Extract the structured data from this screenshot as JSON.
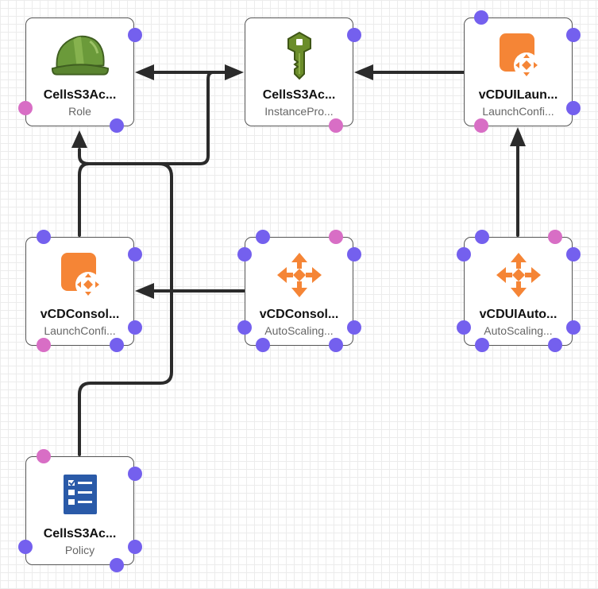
{
  "colors": {
    "port_default": "#7460ee",
    "port_linked": "#d86ec5",
    "connector": "#2b2b2b",
    "autoscaling_orange": "#f58536",
    "helmet_green": "#6b9a3a",
    "key_green": "#6b8d2a",
    "policy_blue": "#2a5aa8"
  },
  "nodes": [
    {
      "id": "role",
      "title": "CellsS3Ac...",
      "subtitle": "Role",
      "icon": "helmet-icon"
    },
    {
      "id": "instance-profile",
      "title": "CellsS3Ac...",
      "subtitle": "InstancePro...",
      "icon": "key-icon"
    },
    {
      "id": "ui-launch-config",
      "title": "vCDUILaun...",
      "subtitle": "LaunchConfi...",
      "icon": "launch-config-icon"
    },
    {
      "id": "console-launch-config",
      "title": "vCDConsol...",
      "subtitle": "LaunchConfi...",
      "icon": "launch-config-icon"
    },
    {
      "id": "console-autoscaling",
      "title": "vCDConsol...",
      "subtitle": "AutoScaling...",
      "icon": "autoscaling-icon"
    },
    {
      "id": "ui-autoscaling",
      "title": "vCDUIAuto...",
      "subtitle": "AutoScaling...",
      "icon": "autoscaling-icon"
    },
    {
      "id": "policy",
      "title": "CellsS3Ac...",
      "subtitle": "Policy",
      "icon": "policy-icon"
    }
  ],
  "connections": [
    {
      "from": "instance-profile",
      "to": "role",
      "bidirectional": true
    },
    {
      "from": "ui-launch-config",
      "to": "instance-profile"
    },
    {
      "from": "ui-autoscaling",
      "to": "ui-launch-config"
    },
    {
      "from": "console-autoscaling",
      "to": "console-launch-config"
    },
    {
      "from": "console-launch-config",
      "to": "role"
    },
    {
      "from": "policy",
      "to": "role"
    }
  ]
}
